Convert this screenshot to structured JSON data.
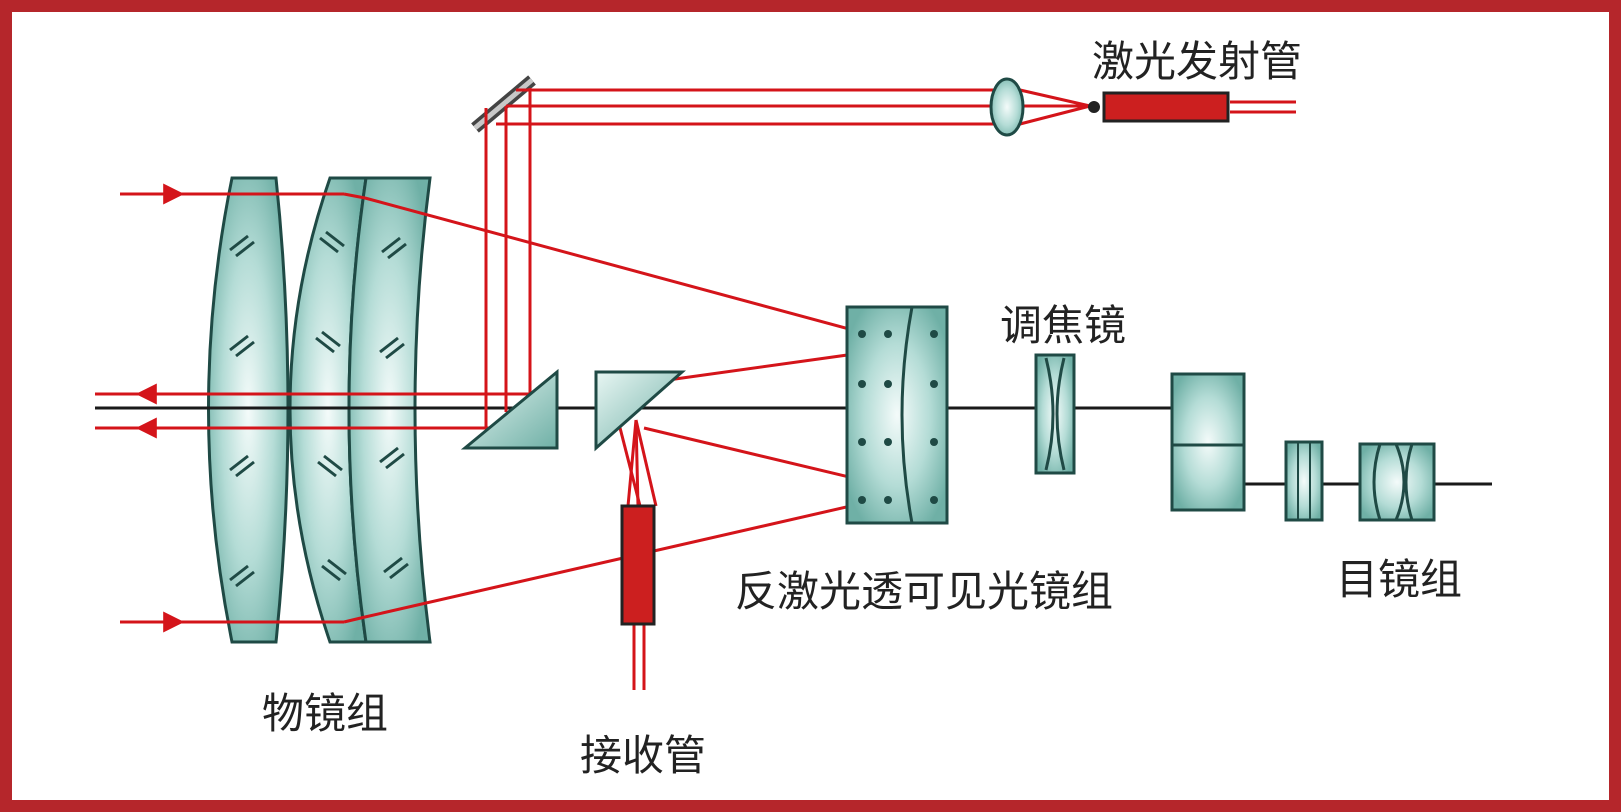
{
  "labels": {
    "laser_emitter": "激光发射管",
    "focusing_lens": "调焦镜",
    "dichroic_group": "反激光透可见光镜组",
    "eyepiece_group": "目镜组",
    "objective_group": "物镜组",
    "receiver_tube": "接收管"
  },
  "colors": {
    "frame": "#b5262b",
    "laser": "#d4141a",
    "glass": "#7fbfb5",
    "glass_stroke": "#1f4a45",
    "axis": "#1a1a1a",
    "tube": "#cc1f1f"
  }
}
